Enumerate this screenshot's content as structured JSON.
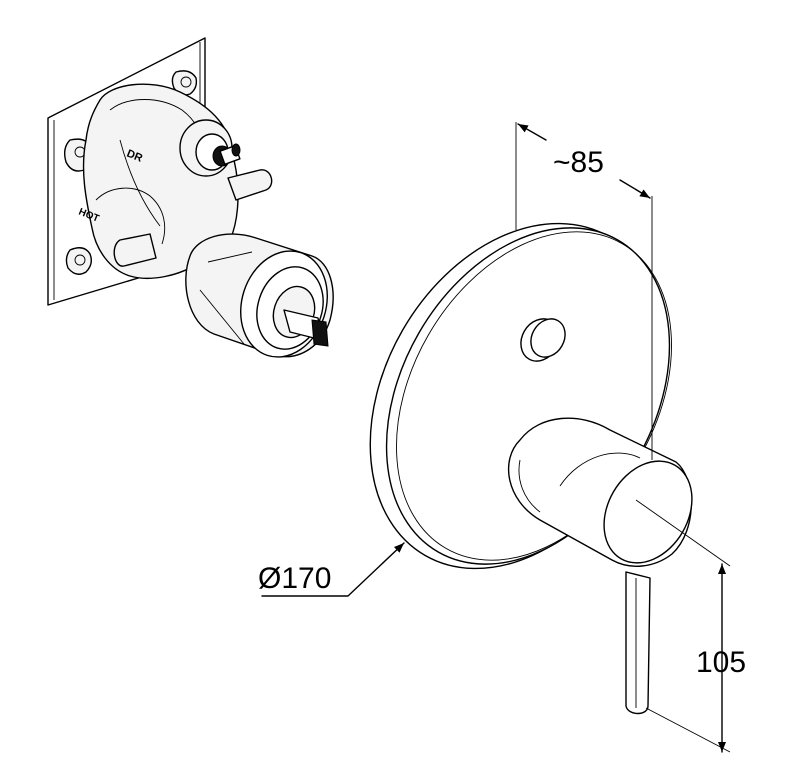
{
  "dimensions": {
    "depth": "~85",
    "diameter": "Ø170",
    "lever_height": "105"
  },
  "valve_labels": {
    "top": "DR",
    "side": "HOT"
  }
}
